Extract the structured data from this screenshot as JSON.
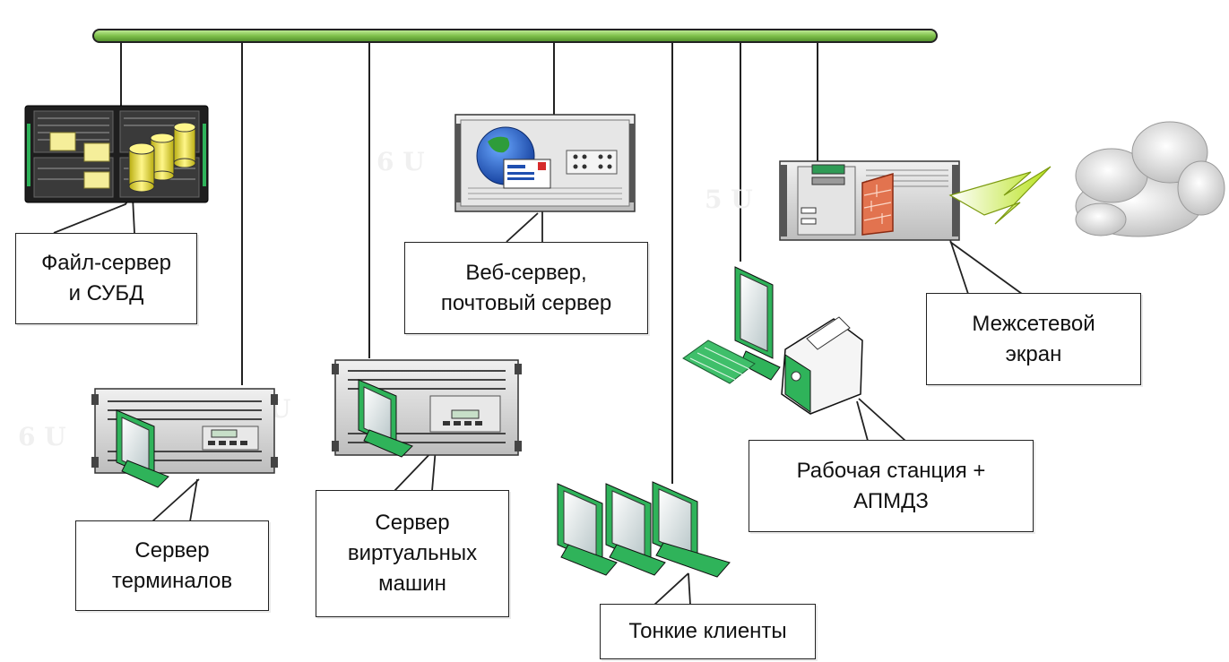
{
  "colors": {
    "bus": "#7ec04a",
    "monitor_accent": "#2fb35a",
    "server_body": "#d4d4d4",
    "db_cylinder": "#f2ea4a",
    "folder": "#f5ee9a",
    "firewall": "#e2734f",
    "lightning": "#c6e92b",
    "cloud": "#cfcfcf"
  },
  "nodes": {
    "file_server": {
      "icon": "rack-server-database-icon",
      "lines": [
        "Файл-сервер",
        "и СУБД"
      ]
    },
    "web_server": {
      "icon": "rack-server-web-mail-icon",
      "lines": [
        "Веб-сервер,",
        "почтовый сервер"
      ]
    },
    "firewall": {
      "icon": "firewall-server-icon",
      "lines": [
        "Межсетевой",
        "экран"
      ]
    },
    "workstation": {
      "icon": "workstation-with-printer-icon",
      "lines": [
        "Рабочая станция +",
        "АПМДЗ"
      ]
    },
    "terminal_server": {
      "icon": "terminal-server-icon",
      "lines": [
        "Сервер",
        "терминалов"
      ]
    },
    "vm_server": {
      "icon": "virtual-machine-server-icon",
      "lines": [
        "Сервер",
        "виртуальных",
        "машин"
      ]
    },
    "thin_clients": {
      "icon": "thin-client-monitors-icon",
      "lines": [
        "Тонкие клиенты"
      ]
    }
  },
  "rack_marks": {
    "a": "6 U",
    "b": "6 U",
    "c": "5 U",
    "d": "U"
  }
}
